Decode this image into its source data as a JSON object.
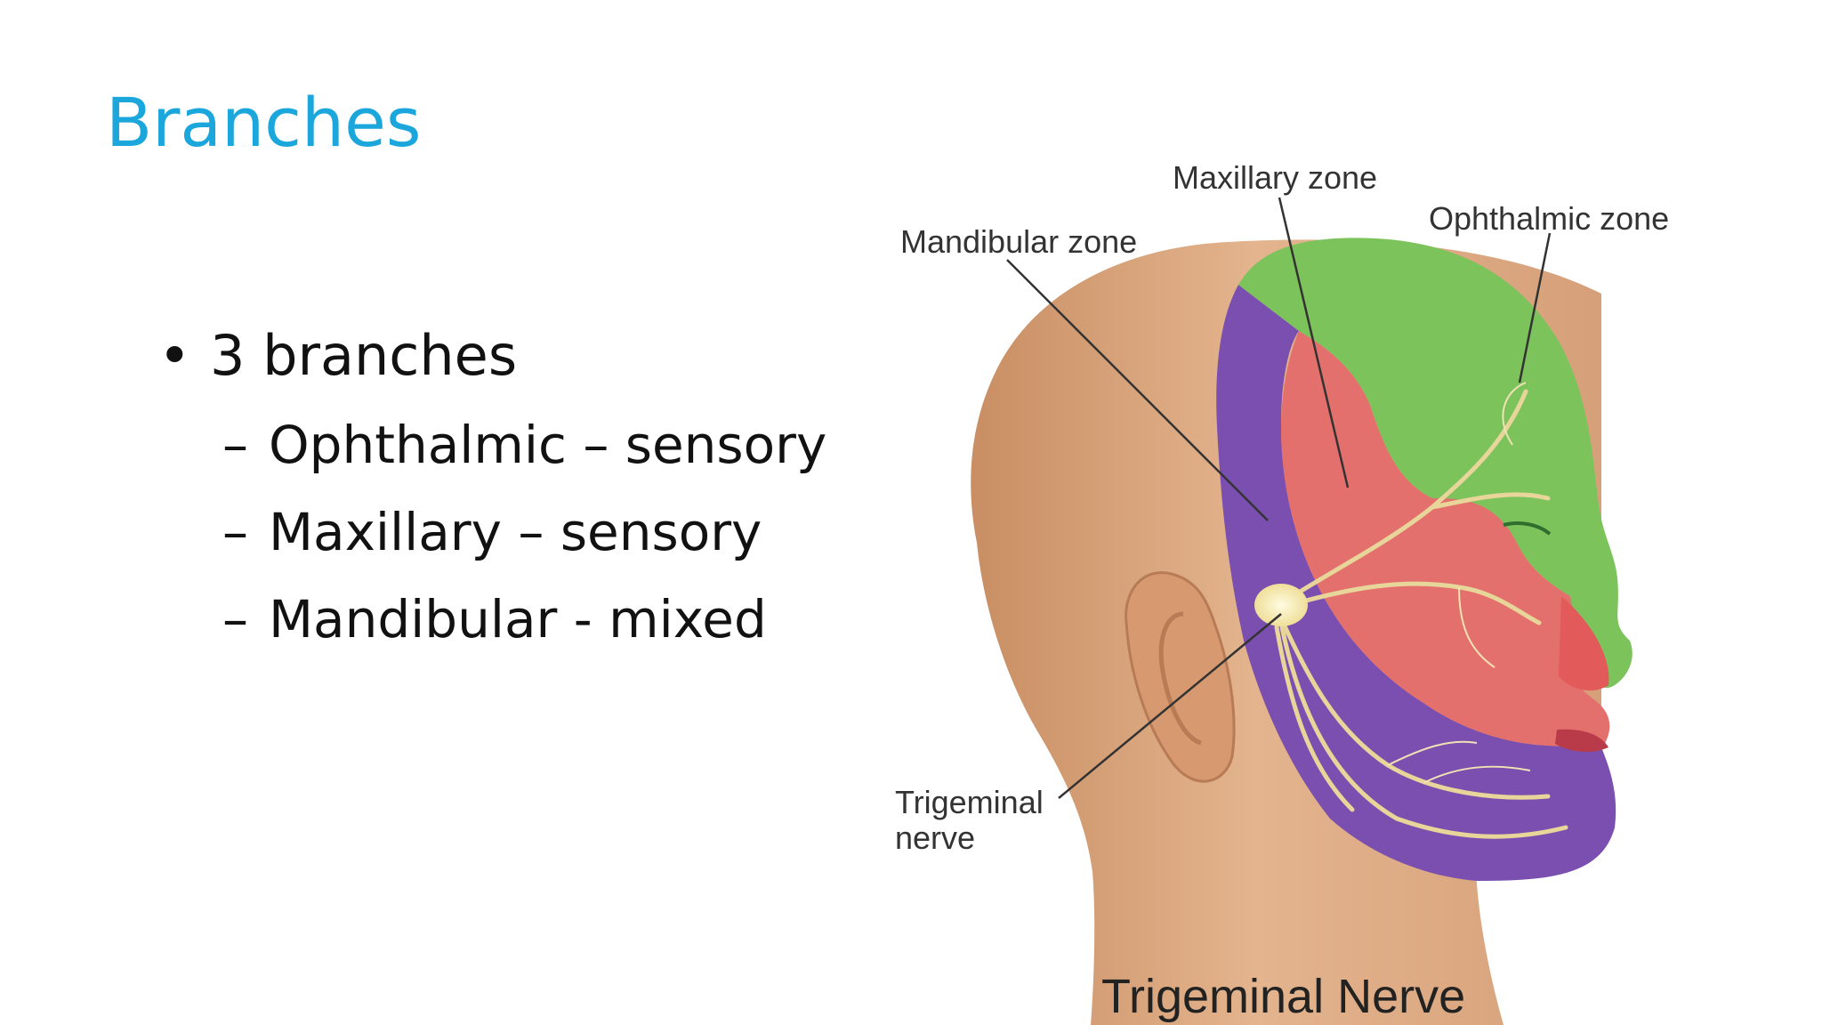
{
  "slide": {
    "title": "Branches",
    "bullets": [
      {
        "text": "3 branches",
        "symbol": "•",
        "sub": [
          {
            "symbol": "–",
            "text": "Ophthalmic – sensory"
          },
          {
            "symbol": "–",
            "text": "Maxillary – sensory"
          },
          {
            "symbol": "–",
            "text": "Mandibular - mixed"
          }
        ]
      }
    ]
  },
  "figure": {
    "labels": {
      "maxillary_zone": "Maxillary zone",
      "mandibular_zone": "Mandibular zone",
      "ophthalmic_zone": "Ophthalmic zone",
      "trigeminal_line1": "Trigeminal",
      "trigeminal_line2": "nerve"
    },
    "caption": "Trigeminal Nerve",
    "colors": {
      "ophthalmic": "#7cc35c",
      "maxillary": "#e46f6c",
      "mandibular": "#7a4fb0",
      "skin": "#d9a67c",
      "nerve": "#e8d59a"
    }
  }
}
